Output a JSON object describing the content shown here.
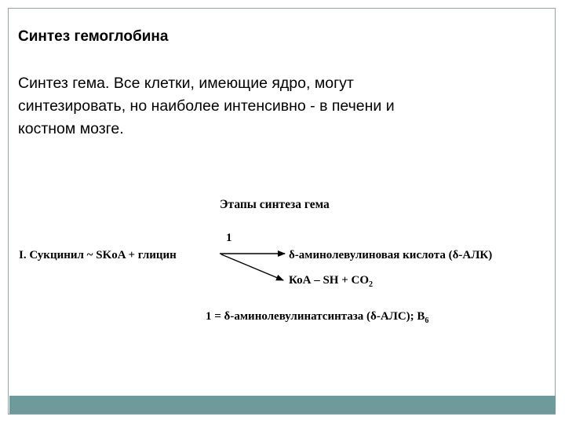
{
  "slide": {
    "title": "Синтез гемоглобина",
    "body_lines": [
      "Синтез гема. Все клетки, имеющие ядро, могут",
      "синтезировать, но наиболее интенсивно - в печени и",
      "костном мозге."
    ]
  },
  "scheme": {
    "title": "Этапы синтеза гема",
    "substrate": "I. Сукцинил ~ SKoA + глицин",
    "enzyme_number": "1",
    "product_1": "δ-аминолевулиновая кислота (δ-АЛК)",
    "product_2_main": "КоА – SH + CO",
    "product_2_sub": "2",
    "enzyme_note_main": "1 = δ-аминолевулинатсинтаза (δ-АЛС); В",
    "enzyme_note_sub": "6"
  },
  "colors": {
    "footer_bar": "#6f9a9c",
    "frame_border": "#9aa0a6"
  }
}
